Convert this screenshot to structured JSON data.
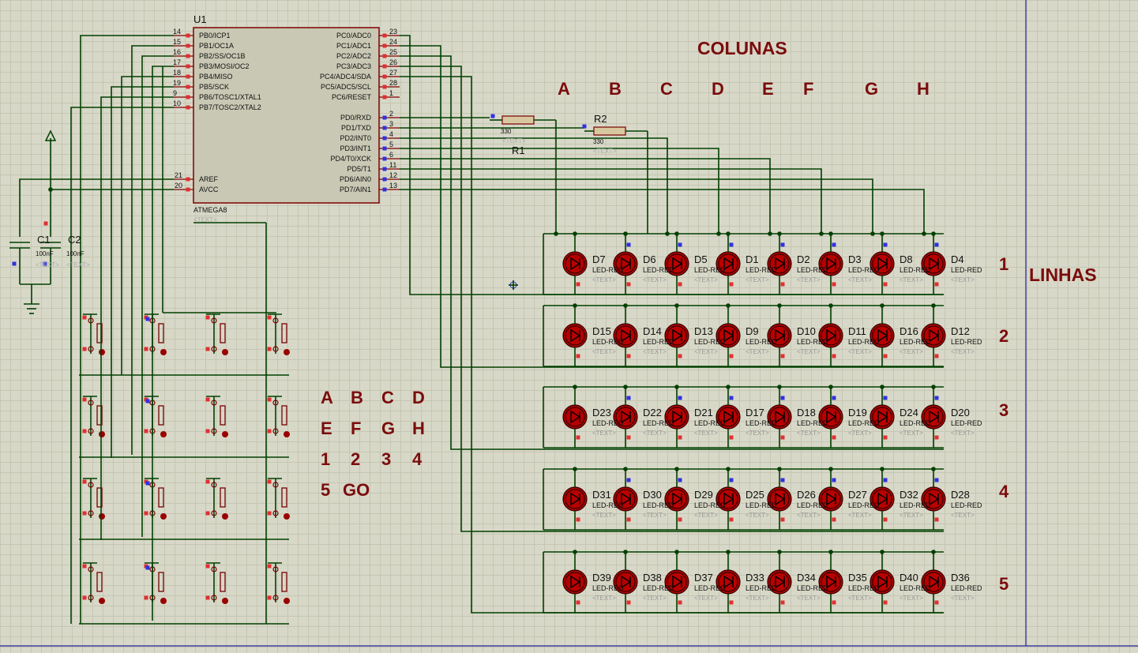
{
  "titles": {
    "columns": "COLUNAS",
    "rows": "LINHAS"
  },
  "column_letters": [
    "A",
    "B",
    "C",
    "D",
    "E",
    "F",
    "G",
    "H"
  ],
  "row_numbers": [
    "1",
    "2",
    "3",
    "4",
    "5"
  ],
  "keypad_legend": [
    [
      "A",
      "B",
      "C",
      "D"
    ],
    [
      "E",
      "F",
      "G",
      "H"
    ],
    [
      "1",
      "2",
      "3",
      "4"
    ],
    [
      "5",
      "GO"
    ]
  ],
  "mcu": {
    "ref": "U1",
    "part": "ATMEGA8",
    "text": "<TEXT>",
    "left_pins": [
      {
        "num": "14",
        "name": "PB0/ICP1"
      },
      {
        "num": "15",
        "name": "PB1/OC1A"
      },
      {
        "num": "16",
        "name": "PB2/SS/OC1B"
      },
      {
        "num": "17",
        "name": "PB3/MOSI/OC2"
      },
      {
        "num": "18",
        "name": "PB4/MISO"
      },
      {
        "num": "19",
        "name": "PB5/SCK"
      },
      {
        "num": "9",
        "name": "PB6/TOSC1/XTAL1"
      },
      {
        "num": "10",
        "name": "PB7/TOSC2/XTAL2"
      }
    ],
    "left_pins2": [
      {
        "num": "21",
        "name": "AREF"
      },
      {
        "num": "20",
        "name": "AVCC"
      }
    ],
    "right_pins": [
      {
        "num": "23",
        "name": "PC0/ADC0"
      },
      {
        "num": "24",
        "name": "PC1/ADC1"
      },
      {
        "num": "25",
        "name": "PC2/ADC2"
      },
      {
        "num": "26",
        "name": "PC3/ADC3"
      },
      {
        "num": "27",
        "name": "PC4/ADC4/SDA"
      },
      {
        "num": "28",
        "name": "PC5/ADC5/SCL"
      },
      {
        "num": "1",
        "name": "PC6/RESET"
      }
    ],
    "right_pins2": [
      {
        "num": "2",
        "name": "PD0/RXD"
      },
      {
        "num": "3",
        "name": "PD1/TXD"
      },
      {
        "num": "4",
        "name": "PD2/INT0"
      },
      {
        "num": "5",
        "name": "PD3/INT1"
      },
      {
        "num": "6",
        "name": "PD4/T0/XCK"
      },
      {
        "num": "11",
        "name": "PD5/T1"
      },
      {
        "num": "12",
        "name": "PD6/AIN0"
      },
      {
        "num": "13",
        "name": "PD7/AIN1"
      }
    ]
  },
  "resistors": [
    {
      "ref": "R1",
      "value": "330",
      "text": "<TEXT>"
    },
    {
      "ref": "R2",
      "value": "330",
      "text": "<TEXT>"
    }
  ],
  "capacitors": [
    {
      "ref": "C1",
      "value": "100nF",
      "text": "<TEXT>"
    },
    {
      "ref": "C2",
      "value": "100nF",
      "text": "<TEXT>"
    }
  ],
  "led_type": "LED-RED",
  "led_text": "<TEXT>",
  "led_rows": [
    [
      "D7",
      "D6",
      "D5",
      "D1",
      "D2",
      "D3",
      "D8",
      "D4"
    ],
    [
      "D15",
      "D14",
      "D13",
      "D9",
      "D10",
      "D11",
      "D16",
      "D12"
    ],
    [
      "D23",
      "D22",
      "D21",
      "D17",
      "D18",
      "D19",
      "D24",
      "D20"
    ],
    [
      "D31",
      "D30",
      "D29",
      "D25",
      "D26",
      "D27",
      "D32",
      "D28"
    ],
    [
      "D39",
      "D38",
      "D37",
      "D33",
      "D34",
      "D35",
      "D40",
      "D36"
    ]
  ],
  "colors": {
    "wire": "#004000",
    "label": "#7a0c0c",
    "chip": "#c8c8b4",
    "chip_border": "#800000",
    "led": "#aa0000",
    "pin_red": "#e03030",
    "pin_blue": "#3030e0"
  }
}
